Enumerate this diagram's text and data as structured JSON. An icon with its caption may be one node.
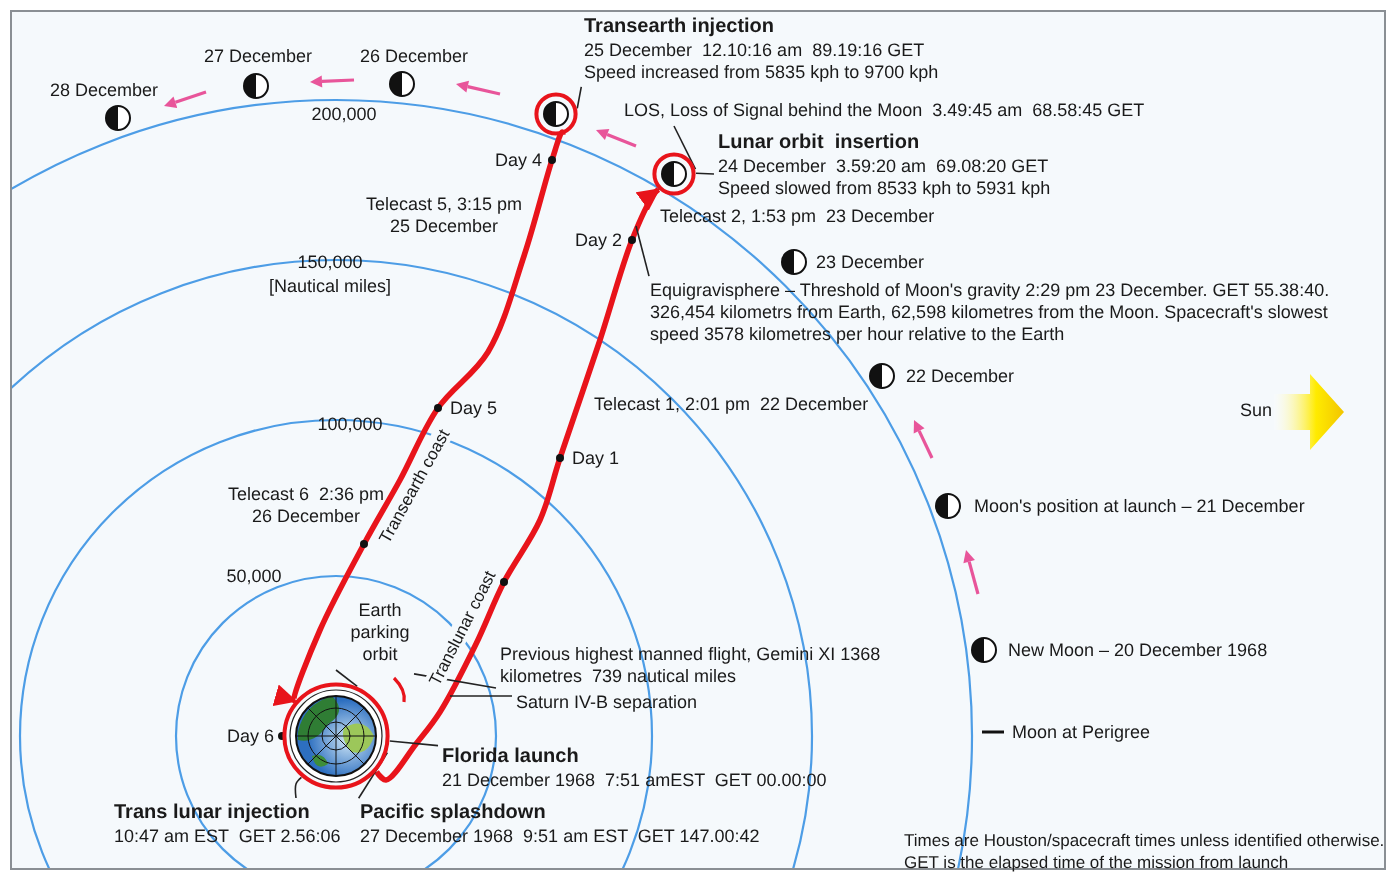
{
  "diagram": {
    "nodes": [
      {
        "text": [
          "Transearth injection",
          "25 December  12.10:16 am  89.19:16 GET",
          "Speed increased from 5835 kph to 9700 kph"
        ]
      },
      {
        "text": [],
        "shape": "circle"
      },
      {
        "text": [
          "LOS, Loss of Signal behind the Moon  3.49:45 am  68.58:45 GET"
        ]
      },
      {
        "text": [
          "Lunar orbit  insertion",
          "24 December  3.59:20 am  69.08:20 GET",
          "Speed slowed from 8533 kph to 5931 kph"
        ]
      },
      {
        "text": [],
        "shape": "circle"
      },
      {
        "text": [
          "Equigravisphere – Threshold of Moon's gravity 2:29 pm 23 December. GET 55.38:40. 326,454 kilometrs from Earth, 62,598 kilometres from the Moon. Spacecraft's slowest speed 3578 kilometres per hour relative to the Earth"
        ]
      },
      {
        "text": [],
        "shape": "picture"
      },
      {
        "text": [
          "Earth parking orbit"
        ]
      },
      {
        "text": [
          "Previous highest manned flight, Gemini XI 1368 kilometres  739 nautical miles"
        ]
      },
      {
        "text": [
          "Saturn IV-B separation"
        ]
      },
      {
        "text": [
          "Florida launch",
          "21 December 1968  7:51 amEST  GET 00.00:00"
        ]
      },
      {
        "text": [
          "Trans lunar injection",
          "10:47 am EST  GET 2.56:06"
        ]
      },
      {
        "text": [
          "Pacific splashdown",
          "27 December 1968  9:51 am EST  GET 147.00:42"
        ]
      },
      {
        "text": [],
        "shape": "bar"
      }
    ],
    "edges": [
      {
        "from": 6,
        "to": 4,
        "arrow": "to",
        "label": "Translunar coast",
        "style": "thick",
        "color": "#e8141b"
      },
      {
        "from": 1,
        "to": 6,
        "arrow": "to",
        "label": "Transearth coast",
        "style": "thick",
        "color": "#e8141b"
      },
      {
        "from": 0,
        "to": 1,
        "arrow": "none"
      },
      {
        "from": 2,
        "to": 4,
        "arrow": "none"
      },
      {
        "from": 3,
        "to": 4,
        "arrow": "none"
      },
      {
        "from": 5,
        "to": null,
        "arrow": "none"
      },
      {
        "from": 7,
        "to": 6,
        "arrow": "none"
      },
      {
        "from": 8,
        "to": 13,
        "arrow": "none"
      },
      {
        "from": 9,
        "to": null,
        "arrow": "none"
      },
      {
        "from": 10,
        "to": 6,
        "arrow": "none"
      },
      {
        "from": 11,
        "to": 6,
        "arrow": "none"
      },
      {
        "from": 12,
        "to": 6,
        "arrow": "none"
      }
    ],
    "labels": [
      "28 December",
      "27 December",
      "26 December",
      "200,000",
      "Day 4",
      "Telecast 5, 3:15 pm 25 December",
      "Day 2",
      "Telecast 2, 1:53 pm  23 December",
      "23 December",
      "150,000",
      "[Nautical miles]",
      "22 December",
      "Sun",
      "Telecast 1, 2:01 pm  22 December",
      "100,000",
      "Day 5",
      "Day 1",
      "Moon's position at launch – 21 December",
      "Telecast 6  2:36 pm 26 December",
      "50,000",
      "New Moon – 20 December 1968",
      "Day 6",
      "Moon at Perigree",
      "Times are Houston/spacecraft times unless identified otherwise. GET is the elapsed time of the mission from launch"
    ]
  }
}
